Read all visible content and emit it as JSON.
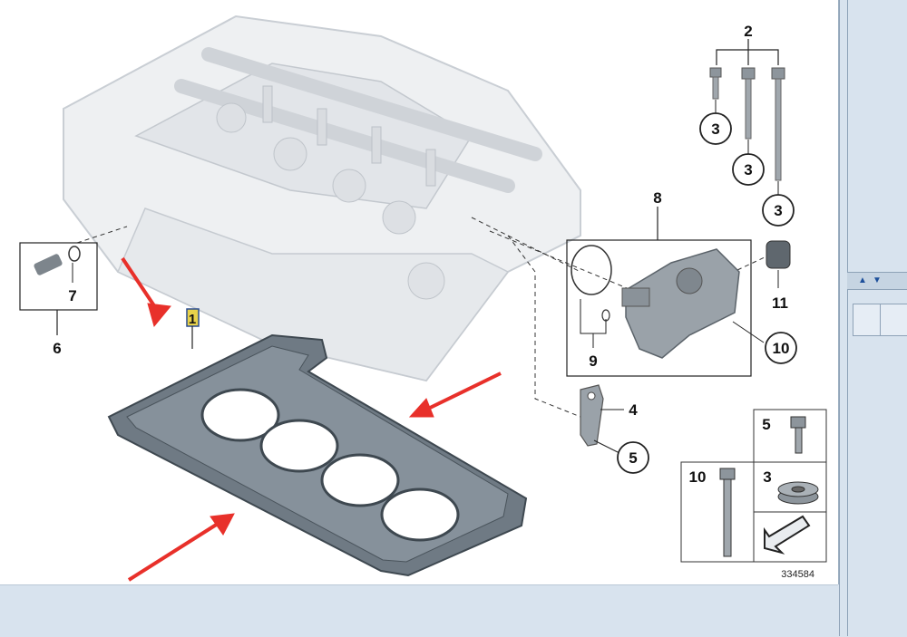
{
  "diagram": {
    "reference_number": "334584",
    "callouts": {
      "c1": "1",
      "c2": "2",
      "c3a": "3",
      "c3b": "3",
      "c3c": "3",
      "c4": "4",
      "c5": "5",
      "c6": "6",
      "c7": "7",
      "c8": "8",
      "c9": "9",
      "c10": "10",
      "c11": "11"
    },
    "legend": {
      "l5": "5",
      "l3": "3",
      "l10": "10"
    },
    "colors": {
      "arrow": "#e8302a",
      "highlight": "#e8d24a",
      "line": "#222222"
    }
  },
  "ui": {
    "splitter_up": "▲",
    "splitter_down": "▼"
  }
}
